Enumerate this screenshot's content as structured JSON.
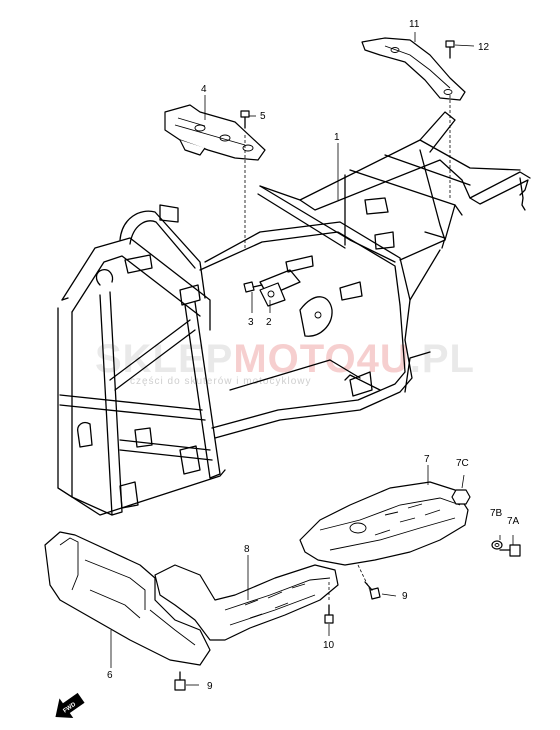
{
  "watermark": {
    "part1": "SKLEP",
    "part2": "MOTO",
    "part3": "4U",
    "part4": ".PL",
    "subtitle": "części do skuterów i motocyklowy"
  },
  "direction_badge": "FWD",
  "callouts": [
    {
      "id": "1",
      "part": "frame"
    },
    {
      "id": "2",
      "part": "bracket"
    },
    {
      "id": "3",
      "part": "bolt"
    },
    {
      "id": "4",
      "part": "plate"
    },
    {
      "id": "5",
      "part": "bolt"
    },
    {
      "id": "6",
      "part": "front guard"
    },
    {
      "id": "7",
      "part": "rear skid plate"
    },
    {
      "id": "7A",
      "part": "bolt"
    },
    {
      "id": "7B",
      "part": "washer"
    },
    {
      "id": "7C",
      "part": "nut"
    },
    {
      "id": "8",
      "part": "front skid plate"
    },
    {
      "id": "9",
      "part": "bolt"
    },
    {
      "id": "9b",
      "label": "9",
      "part": "bolt"
    },
    {
      "id": "10",
      "part": "bolt"
    },
    {
      "id": "11",
      "part": "rear bracket"
    },
    {
      "id": "12",
      "part": "bolt"
    }
  ]
}
